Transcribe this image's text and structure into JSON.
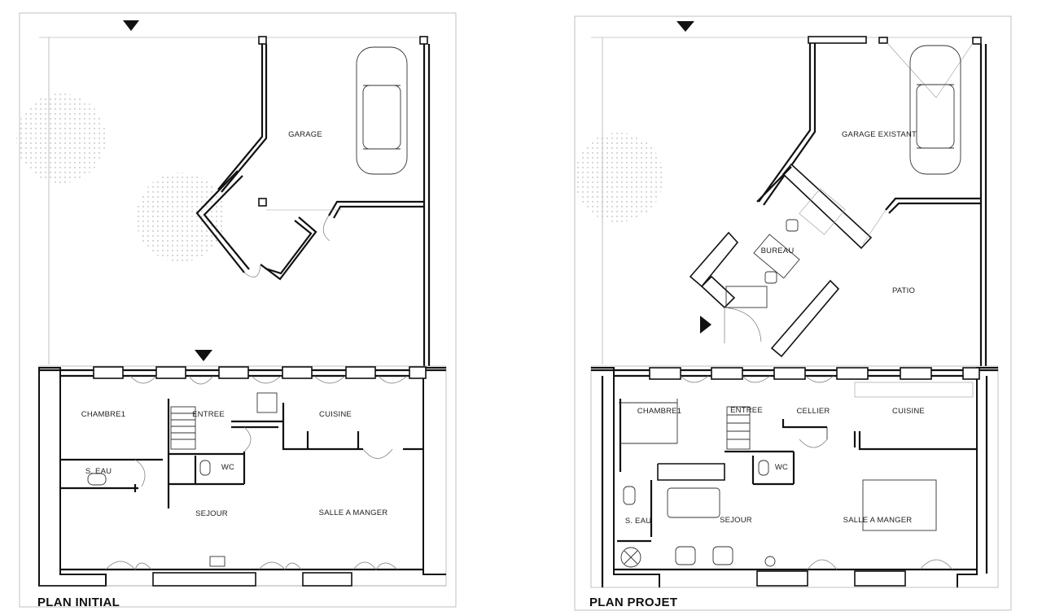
{
  "plans": {
    "initial": {
      "title": "PLAN INITIAL",
      "rooms": {
        "garage": "GARAGE",
        "chambre": "CHAMBRE1",
        "entree": "ENTREE",
        "cuisine": "CUISINE",
        "s_eau": "S. EAU",
        "wc": "WC",
        "sejour": "SEJOUR",
        "salle_a_manger": "SALLE A MANGER"
      }
    },
    "projet": {
      "title": "PLAN PROJET",
      "rooms": {
        "garage": "GARAGE EXISTANT",
        "bureau": "BUREAU",
        "patio": "PATIO",
        "chambre": "CHAMBRE1",
        "entree": "ENTREE",
        "cellier": "CELLIER",
        "cuisine": "CUISINE",
        "wc": "WC",
        "s_eau": "S. EAU",
        "sejour": "SEJOUR",
        "salle_a_manger": "SALLE A MANGER"
      }
    }
  },
  "colors": {
    "walls": "#111111",
    "lines": "#999999",
    "background": "#ffffff"
  }
}
